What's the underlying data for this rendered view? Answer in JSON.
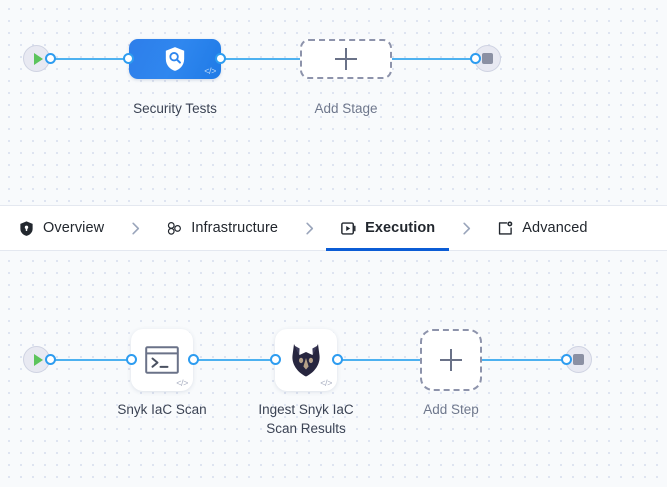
{
  "theme": {
    "canvas_bg": "#f8fafc",
    "grid_dot": "#d5dced",
    "wire": "#4db1f0",
    "port_border": "#2d9cf0",
    "stage_blue": "#2f87ef",
    "active_tab_underline": "#0b5cd5",
    "play_green": "#5cc45c",
    "stop_gray": "#8b90a3",
    "dashed_border": "#8d93ab",
    "snyk_navy": "#27263f"
  },
  "tabs": [
    {
      "id": "overview",
      "label": "Overview",
      "icon": "shield-icon",
      "active": false
    },
    {
      "id": "infrastructure",
      "label": "Infrastructure",
      "icon": "nodes-icon",
      "active": false
    },
    {
      "id": "execution",
      "label": "Execution",
      "icon": "play-box-icon",
      "active": true
    },
    {
      "id": "advanced",
      "label": "Advanced",
      "icon": "card-gear-icon",
      "active": false
    }
  ],
  "tab_separator_icon": "chevron-right-icon",
  "stage_graph": {
    "start": {
      "name": "pipeline-start",
      "icon": "play-icon"
    },
    "end": {
      "name": "pipeline-end",
      "icon": "stop-icon"
    },
    "nodes": [
      {
        "id": "security-tests",
        "label": "Security Tests",
        "icon": "shield-search-icon",
        "badge": "</>",
        "type": "stage"
      },
      {
        "id": "add-stage",
        "label": "Add Stage",
        "icon": "plus-icon",
        "type": "add"
      }
    ]
  },
  "step_graph": {
    "start": {
      "name": "execution-start",
      "icon": "play-icon"
    },
    "end": {
      "name": "execution-end",
      "icon": "stop-icon"
    },
    "nodes": [
      {
        "id": "snyk-iac-scan",
        "label": "Snyk IaC Scan",
        "icon": "terminal-icon",
        "badge": "</>",
        "type": "step"
      },
      {
        "id": "ingest-snyk-scan",
        "label": "Ingest Snyk IaC\nScan Results",
        "icon": "snyk-dog-icon",
        "badge": "</>",
        "type": "step"
      },
      {
        "id": "add-step",
        "label": "Add Step",
        "icon": "plus-icon",
        "type": "add"
      }
    ]
  }
}
